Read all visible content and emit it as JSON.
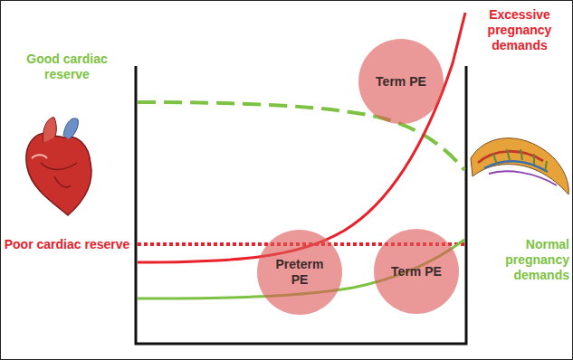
{
  "diagram": {
    "nodes": [
      {
        "text": [
          "Term PE"
        ]
      },
      {
        "text": [
          "Preterm PE"
        ]
      },
      {
        "text": [
          "Term PE"
        ]
      }
    ],
    "labels": [
      "Excessive pregnancy demands",
      "Good cardiac reserve",
      "Poor cardiac reserve",
      "Normal pregnancy demands"
    ]
  }
}
